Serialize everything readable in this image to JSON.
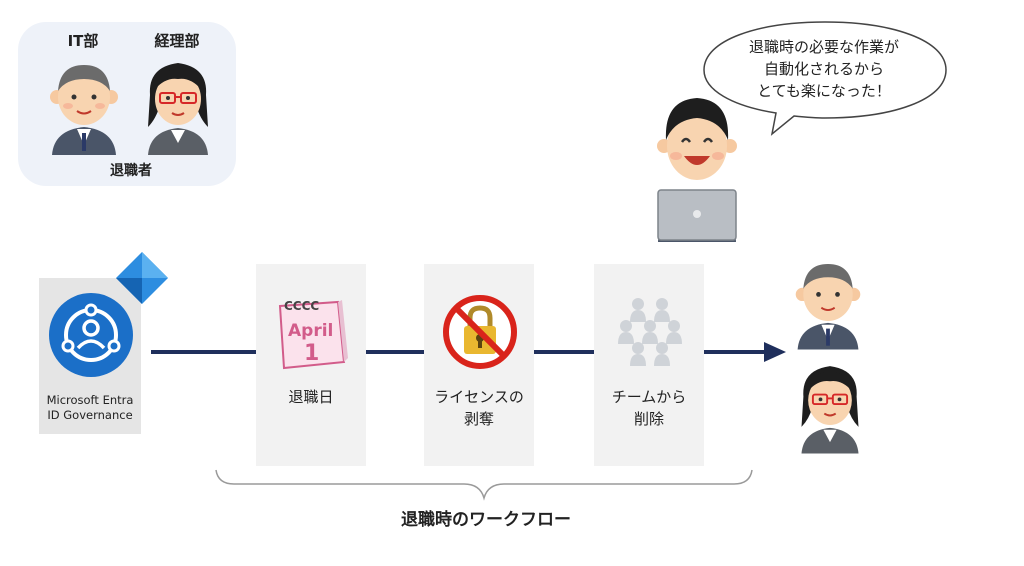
{
  "retirees": {
    "it_dept": "IT部",
    "accounting_dept": "経理部",
    "caption": "退職者"
  },
  "product": {
    "line1": "Microsoft Entra",
    "line2": "ID Governance"
  },
  "steps": [
    {
      "line1": "退職日",
      "line2": ""
    },
    {
      "line1": "ライセンスの",
      "line2": "剥奪"
    },
    {
      "line1": "チームから",
      "line2": "削除"
    }
  ],
  "calendar": {
    "month": "April",
    "day": "1",
    "rings": "CCCC"
  },
  "speech_bubble": {
    "line1": "退職時の必要な作業が",
    "line2": "自動化されるから",
    "line3": "とても楽になった！"
  },
  "workflow_label": "退職時のワークフロー",
  "colors": {
    "flow_line": "#1f2f5c",
    "retiree_box": "#eef2f9",
    "step_box": "#f2f2f2",
    "entra_icon": "#1b6fc8",
    "ban_red": "#d9241b",
    "lock_gold": "#e9b730"
  },
  "icons": [
    "person-male-icon",
    "person-female-icon",
    "entra-id-icon",
    "azure-diamond-icon",
    "calendar-icon",
    "no-license-icon",
    "team-group-icon",
    "arrow-icon",
    "laptop-person-icon"
  ]
}
